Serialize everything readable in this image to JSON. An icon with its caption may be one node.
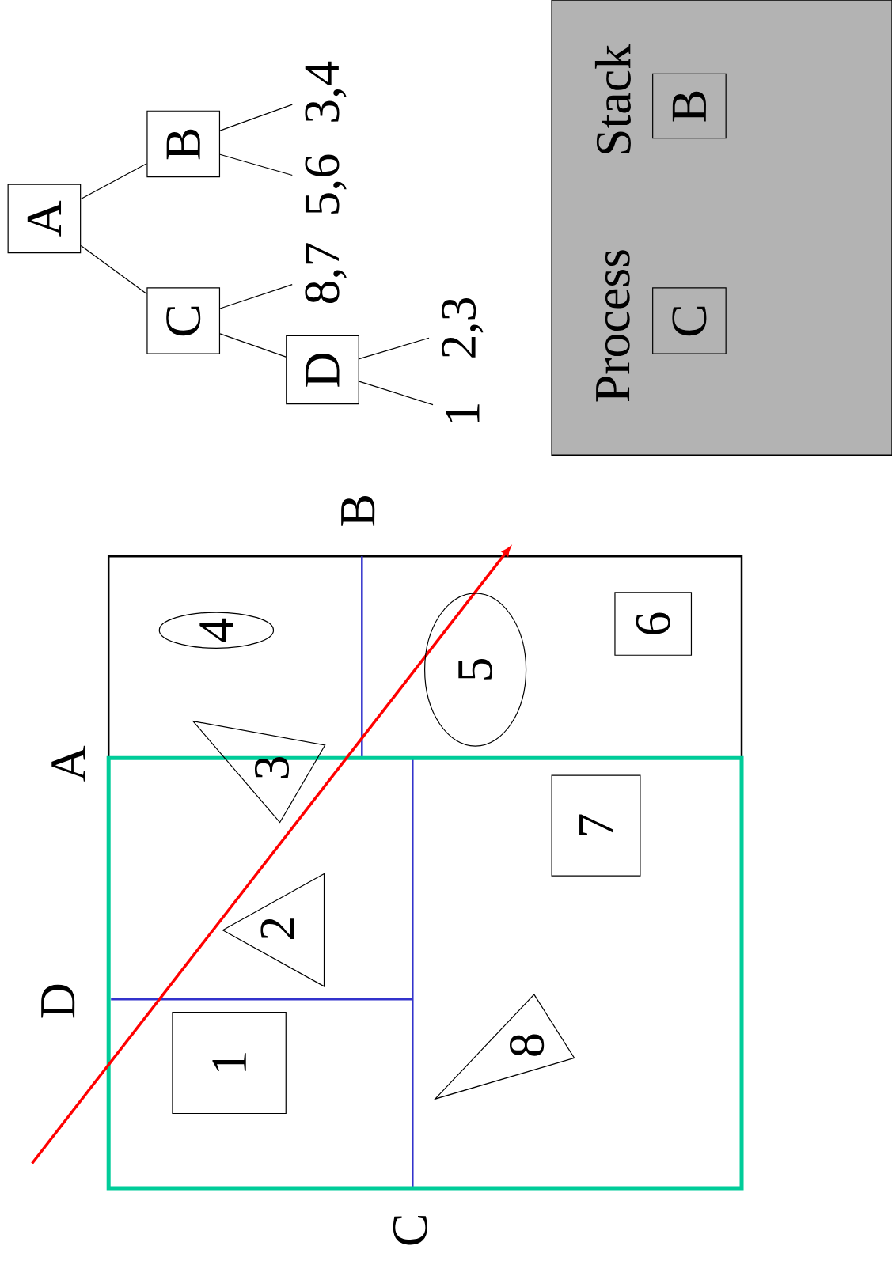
{
  "diagram": {
    "nodes": [
      {
        "text": [
          "A"
        ]
      },
      {
        "text": [
          "B"
        ]
      },
      {
        "text": [
          "C"
        ]
      },
      {
        "text": [
          "D"
        ]
      },
      {
        "text": [
          "3,4"
        ]
      },
      {
        "text": [
          "5,6"
        ]
      },
      {
        "text": [
          "8,7"
        ]
      },
      {
        "text": [
          "2,3"
        ]
      },
      {
        "text": [
          "1"
        ]
      },
      {
        "text": [],
        "shape": "box"
      },
      {
        "text": [
          "B"
        ],
        "in": 9,
        "beside": [
          "Stack"
        ]
      },
      {
        "text": [
          "C"
        ],
        "in": 9,
        "beside": [
          "Process"
        ]
      },
      {
        "text": [
          "4"
        ]
      },
      {
        "text": [
          "5"
        ]
      },
      {
        "text": [
          "6"
        ]
      },
      {
        "text": [
          "3"
        ]
      },
      {
        "text": [
          "7"
        ]
      },
      {
        "text": [
          "2"
        ]
      },
      {
        "text": [
          "1"
        ]
      },
      {
        "text": [
          "8"
        ]
      }
    ],
    "edges": [
      {
        "from": 0,
        "to": 1,
        "arrow": "none"
      },
      {
        "from": 0,
        "to": 2,
        "arrow": "none"
      },
      {
        "from": 1,
        "to": 4,
        "arrow": "none"
      },
      {
        "from": 1,
        "to": 5,
        "arrow": "none"
      },
      {
        "from": 2,
        "to": 6,
        "arrow": "none"
      },
      {
        "from": 2,
        "to": 3,
        "arrow": "none"
      },
      {
        "from": 3,
        "to": 7,
        "arrow": "none"
      },
      {
        "from": 3,
        "to": 8,
        "arrow": "none"
      }
    ],
    "labels": [
      "B",
      "A",
      "D",
      "C"
    ]
  }
}
